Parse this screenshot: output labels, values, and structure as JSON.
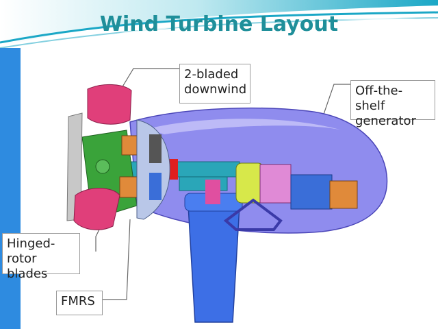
{
  "slide": {
    "title": "Wind Turbine Layout",
    "callouts": {
      "two_bladed": [
        "2-bladed",
        "downwind"
      ],
      "generator": [
        "Off-the-shelf",
        "generator"
      ],
      "hinged": [
        "Hinged-",
        "rotor blades"
      ],
      "fmrs": "FMRS"
    }
  },
  "colors": {
    "title": "#1f8f9a",
    "sidebar": "#2e8be0",
    "nacelle": "#8a86e8",
    "tower": "#3b6fe0",
    "blade": "#e0407a",
    "hub": "#3aa33a",
    "generator": "#3a6ed8",
    "shaft": "#2aa6b8"
  },
  "icons": [
    "wave-header-graphic",
    "turbine-cutaway-illustration"
  ]
}
